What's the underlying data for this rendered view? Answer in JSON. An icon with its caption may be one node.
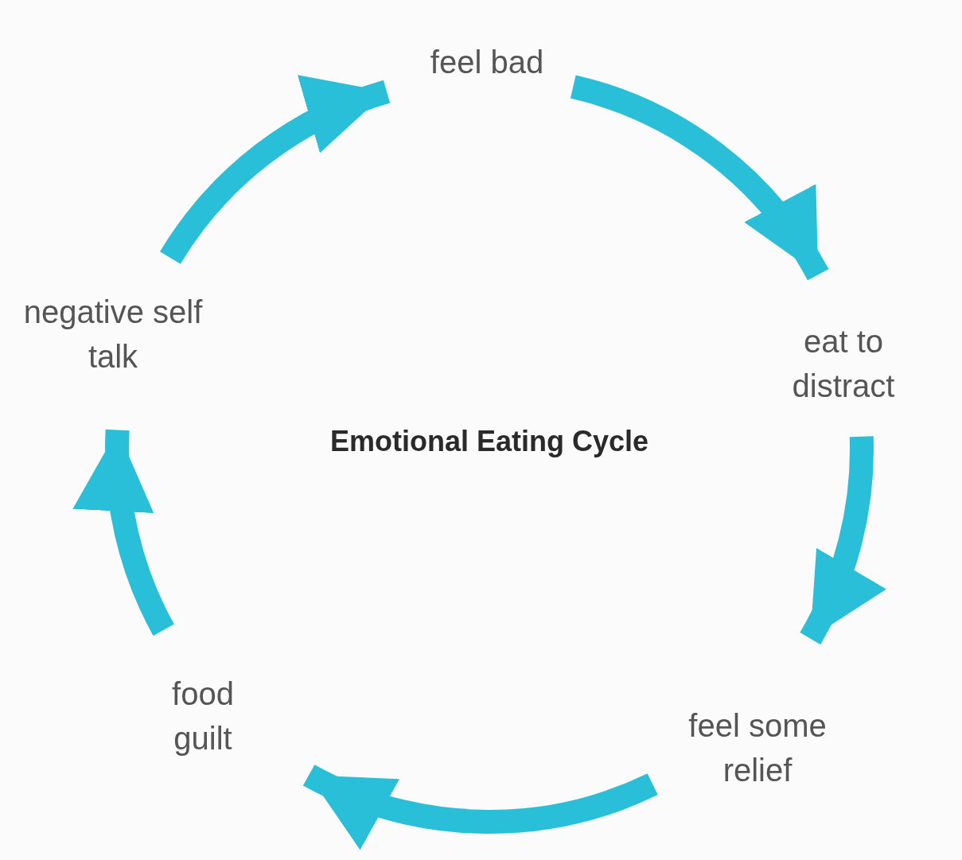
{
  "diagram": {
    "title": "Emotional Eating Cycle",
    "nodes": [
      {
        "text": [
          "feel bad"
        ]
      },
      {
        "text": [
          "eat to distract"
        ]
      },
      {
        "text": [
          "feel some relief"
        ]
      },
      {
        "text": [
          "food guilt"
        ]
      },
      {
        "text": [
          "negative self talk"
        ]
      }
    ],
    "edges": [
      {
        "from": 0,
        "to": 1,
        "arrow": "to"
      },
      {
        "from": 1,
        "to": 2,
        "arrow": "to"
      },
      {
        "from": 2,
        "to": 3,
        "arrow": "to"
      },
      {
        "from": 3,
        "to": 4,
        "arrow": "to"
      },
      {
        "from": 4,
        "to": 0,
        "arrow": "to"
      }
    ]
  }
}
